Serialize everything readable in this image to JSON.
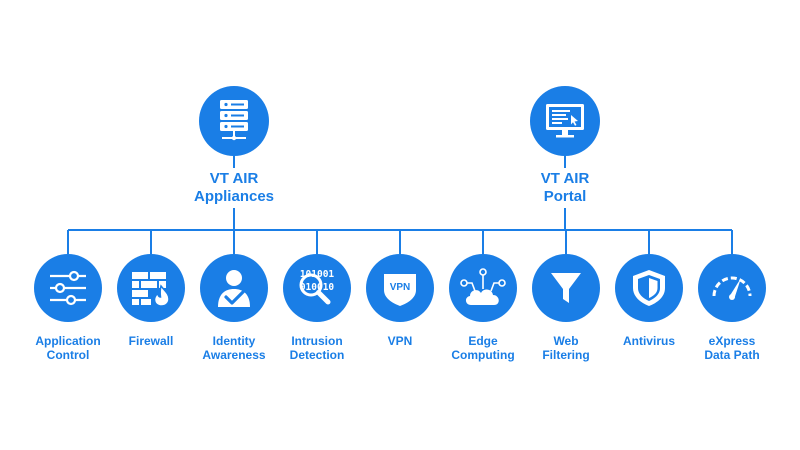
{
  "theme": {
    "accent": "#1a7ee6",
    "line": "#1a7ee6",
    "background": "#ffffff"
  },
  "top_nodes": [
    {
      "id": "appliances",
      "label": "VT AIR\nAppliances",
      "icon": "server-rack-icon"
    },
    {
      "id": "portal",
      "label": "VT AIR\nPortal",
      "icon": "monitor-portal-icon"
    }
  ],
  "features": [
    {
      "id": "application-control",
      "label": "Application\nControl",
      "icon": "sliders-icon"
    },
    {
      "id": "firewall",
      "label": "Firewall",
      "icon": "firewall-icon"
    },
    {
      "id": "identity-awareness",
      "label": "Identity\nAwareness",
      "icon": "user-check-icon"
    },
    {
      "id": "intrusion-detection",
      "label": "Intrusion\nDetection",
      "icon": "binary-magnifier-icon",
      "icon_text": [
        "101001",
        "010010"
      ]
    },
    {
      "id": "vpn",
      "label": "VPN",
      "icon": "vpn-shield-icon",
      "icon_text": "VPN"
    },
    {
      "id": "edge-computing",
      "label": "Edge\nComputing",
      "icon": "cloud-nodes-icon"
    },
    {
      "id": "web-filtering",
      "label": "Web\nFiltering",
      "icon": "funnel-icon"
    },
    {
      "id": "antivirus",
      "label": "Antivirus",
      "icon": "shield-icon"
    },
    {
      "id": "express-data-path",
      "label": "eXpress\nData Path",
      "icon": "speedometer-icon"
    }
  ]
}
